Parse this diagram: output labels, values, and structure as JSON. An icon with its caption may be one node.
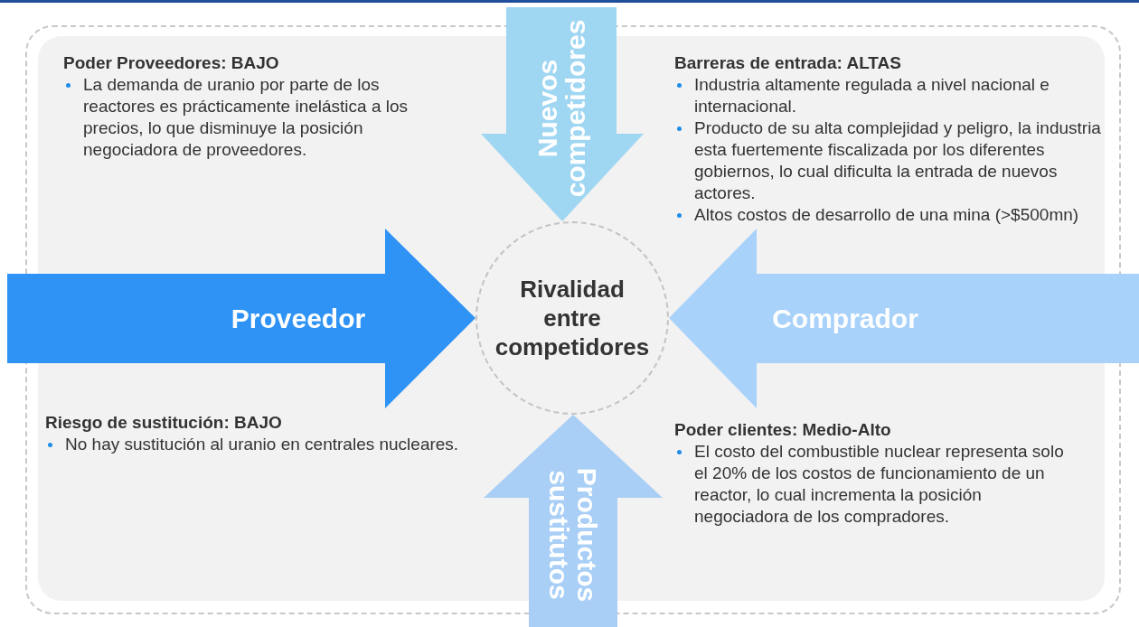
{
  "diagram": {
    "nodes": [
      {
        "text": [
          "Nuevos competidores"
        ]
      },
      {
        "text": [
          "Proveedor"
        ]
      },
      {
        "text": [
          "Rivalidad entre competidores"
        ]
      },
      {
        "text": [
          "Comprador"
        ]
      },
      {
        "text": [
          "Productos sustitutos"
        ]
      }
    ],
    "labels": [
      "Poder Proveedores: BAJO",
      "La demanda de uranio por parte de los reactores es prácticamente inelástica a los precios, lo que disminuye la posición negociadora de proveedores.",
      "Barreras de entrada: ALTAS",
      "Industria altamente regulada a nivel nacional e internacional.",
      "Producto de su alta complejidad y peligro, la industria esta fuertemente fiscalizada por los diferentes gobiernos, lo cual dificulta la entrada de nuevos actores.",
      "Altos costos de desarrollo de una mina (>$500mn)",
      "Riesgo de sustitución: BAJO",
      "No hay sustitución al uranio en centrales nucleares.",
      "Poder clientes: Medio-Alto",
      "El costo del combustible nuclear representa solo el 20% de los costos de funcionamiento de un reactor, lo cual incrementa la posición negociadora de los compradores."
    ]
  }
}
